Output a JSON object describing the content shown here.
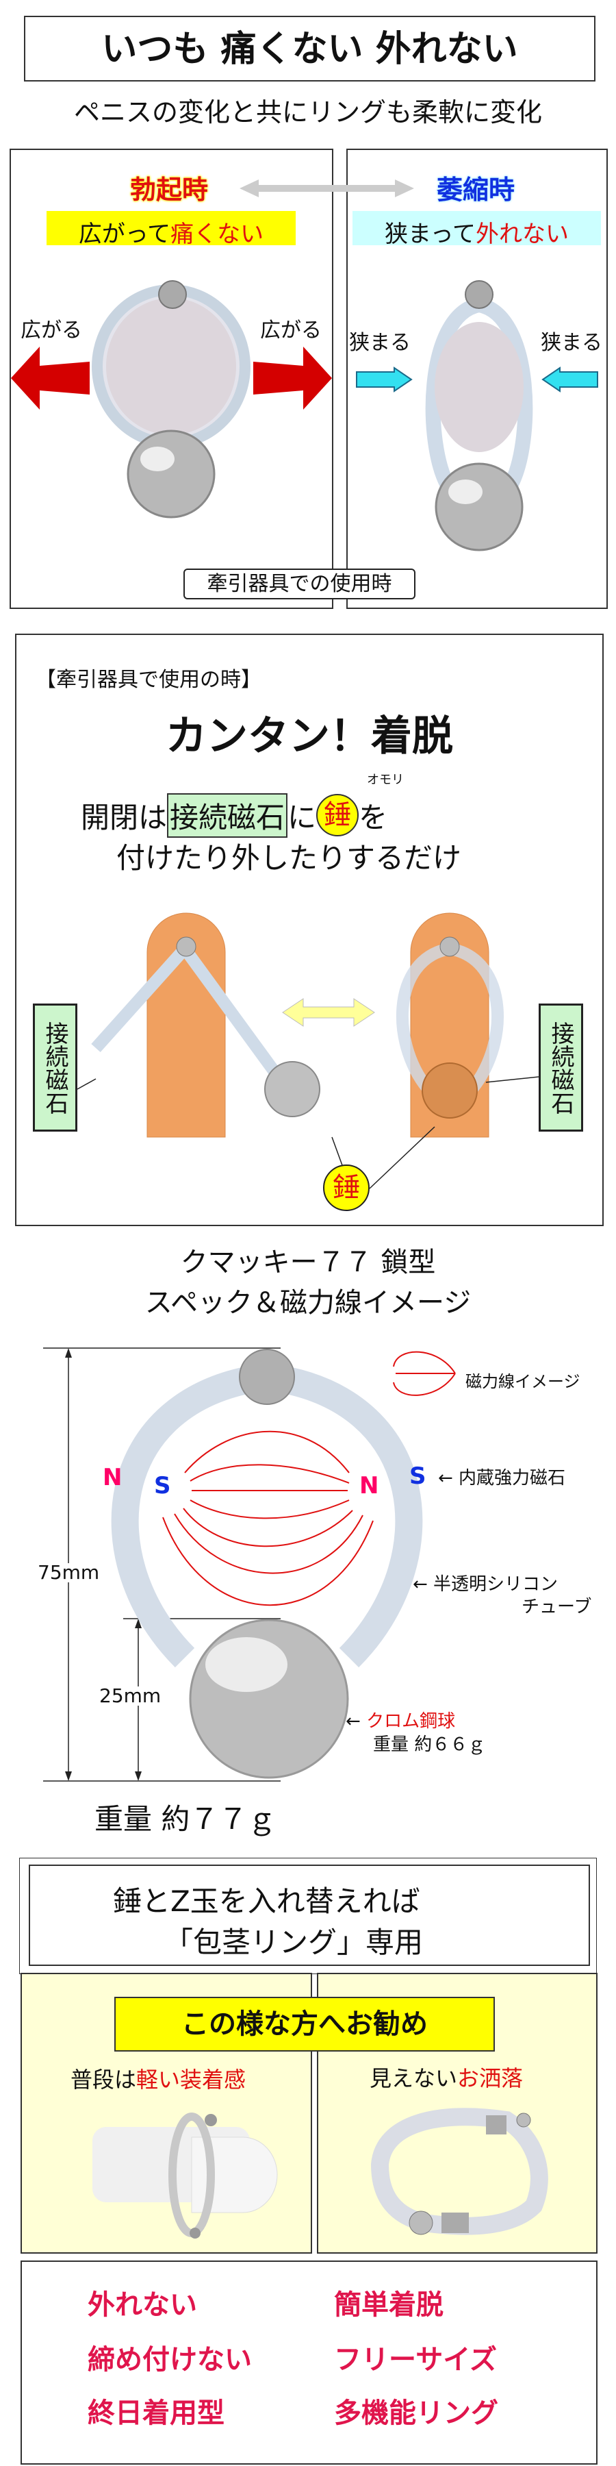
{
  "header": {
    "title": "いつも 痛くない 外れない",
    "subtitle": "ペニスの変化と共にリングも柔軟に変化"
  },
  "compare": {
    "left": {
      "state": "勃起時",
      "caption_black": "広がって",
      "caption_red": "痛くない",
      "side_label": "広がる"
    },
    "right": {
      "state": "萎縮時",
      "caption_black": "狭まって",
      "caption_red": "外れない",
      "side_label": "狭まる"
    },
    "footer": "牽引器具での使用時"
  },
  "attach": {
    "tag": "【牽引器具で使用の時】",
    "title": "カンタン！着脱",
    "ruby": "オモリ",
    "line1_a": "開閉は",
    "line1_highlight": "接続磁石",
    "line1_b": "に",
    "line1_weight": "錘",
    "line1_c": "を",
    "line2": "付けたり外したりするだけ",
    "magnet_label": "接続磁石",
    "weight_label": "錘"
  },
  "spec": {
    "title1": "クマッキー７７ 鎖型",
    "title2": "スペック＆磁力線イメージ",
    "legend": "磁力線イメージ",
    "height_total": "75mm",
    "height_ball": "25mm",
    "pole_n": "N",
    "pole_s": "S",
    "magnet_note": "← 内蔵強力磁石",
    "tube_note1": "← 半透明シリコン",
    "tube_note2": "チューブ",
    "ball_note_arrow": "←",
    "ball_note": "クロム鋼球",
    "ball_weight": "重量 約６６ｇ",
    "total_weight": "重量 約７７ｇ"
  },
  "phimosis": {
    "line1": "錘とZ玉を入れ替えれば",
    "line2": "「包茎リング」専用",
    "recommend": "この様な方へお勧め",
    "left_black": "普段は",
    "left_red": "軽い装着感",
    "right_black": "見えない",
    "right_red": "お洒落"
  },
  "features": [
    "外れない",
    "簡単着脱",
    "締め付けない",
    "フリーサイズ",
    "終日着用型",
    "多機能リング"
  ],
  "colors": {
    "red": "#e01010",
    "pink": "#e0154c",
    "blue": "#1030e0",
    "yellow": "#ffff00",
    "cyan_bg": "#ccffff",
    "green_bg": "#ccf5cc",
    "orange": "#f0a060",
    "cream": "#ffffd6"
  }
}
